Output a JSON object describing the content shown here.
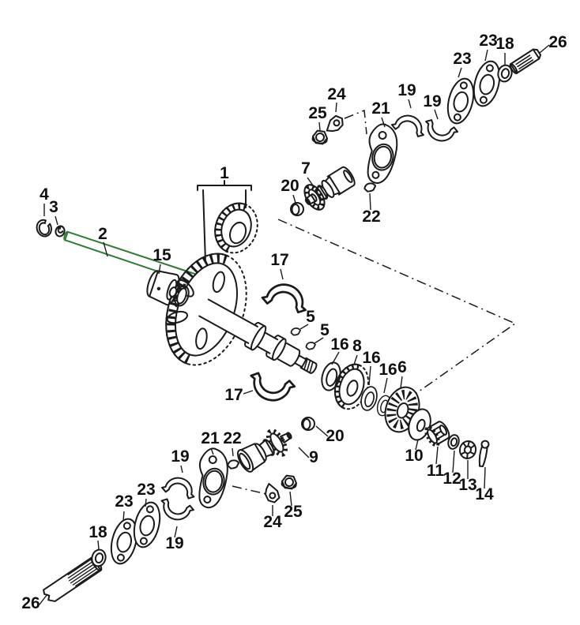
{
  "figure": {
    "type": "exploded-parts-diagram",
    "background": "#ffffff",
    "colors": {
      "line": "#1a1a1a",
      "highlight": "#2e7d32"
    },
    "highlighted_callout": "2"
  },
  "callouts": [
    {
      "id": "4",
      "number": "4"
    },
    {
      "id": "3",
      "number": "3"
    },
    {
      "id": "2",
      "number": "2"
    },
    {
      "id": "15",
      "number": "15"
    },
    {
      "id": "1",
      "number": "1"
    },
    {
      "id": "17-upper",
      "number": "17"
    },
    {
      "id": "17-lower",
      "number": "17"
    },
    {
      "id": "5-a",
      "number": "5"
    },
    {
      "id": "5-b",
      "number": "5"
    },
    {
      "id": "16-a",
      "number": "16"
    },
    {
      "id": "8",
      "number": "8"
    },
    {
      "id": "16-b",
      "number": "16"
    },
    {
      "id": "16-c",
      "number": "16"
    },
    {
      "id": "6",
      "number": "6"
    },
    {
      "id": "10",
      "number": "10"
    },
    {
      "id": "11",
      "number": "11"
    },
    {
      "id": "12",
      "number": "12"
    },
    {
      "id": "13",
      "number": "13"
    },
    {
      "id": "14",
      "number": "14"
    },
    {
      "id": "20-top",
      "number": "20"
    },
    {
      "id": "7",
      "number": "7"
    },
    {
      "id": "22-top",
      "number": "22"
    },
    {
      "id": "25-top",
      "number": "25"
    },
    {
      "id": "24-top",
      "number": "24"
    },
    {
      "id": "21-top",
      "number": "21"
    },
    {
      "id": "19-top-a",
      "number": "19"
    },
    {
      "id": "19-top-b",
      "number": "19"
    },
    {
      "id": "23-top-a",
      "number": "23"
    },
    {
      "id": "23-top-b",
      "number": "23"
    },
    {
      "id": "18-top",
      "number": "18"
    },
    {
      "id": "26-top",
      "number": "26"
    },
    {
      "id": "21-bottom",
      "number": "21"
    },
    {
      "id": "22-bottom",
      "number": "22"
    },
    {
      "id": "19-bottom-up",
      "number": "19"
    },
    {
      "id": "19-bottom-lo",
      "number": "19"
    },
    {
      "id": "23-bottom-r",
      "number": "23"
    },
    {
      "id": "23-bottom-l",
      "number": "23"
    },
    {
      "id": "18-bottom",
      "number": "18"
    },
    {
      "id": "26-bottom",
      "number": "26"
    },
    {
      "id": "9",
      "number": "9"
    },
    {
      "id": "20-bottom",
      "number": "20"
    },
    {
      "id": "25-bottom",
      "number": "25"
    },
    {
      "id": "24-bottom",
      "number": "24"
    }
  ]
}
